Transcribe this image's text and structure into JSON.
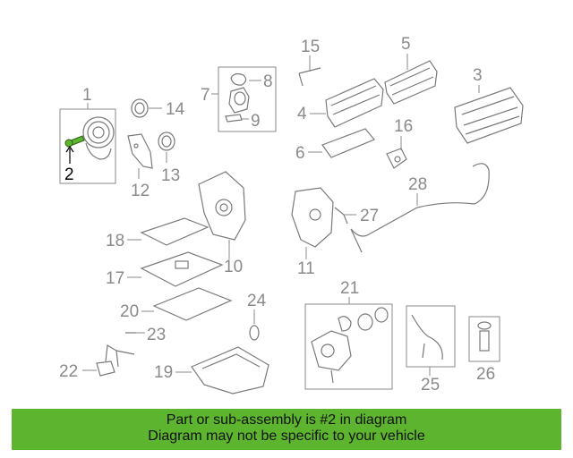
{
  "diagram": {
    "highlight_color": "#5db42f",
    "highlighted_callout": "2",
    "callouts": [
      "1",
      "2",
      "3",
      "4",
      "5",
      "6",
      "7",
      "8",
      "9",
      "10",
      "11",
      "12",
      "13",
      "14",
      "15",
      "16",
      "17",
      "18",
      "19",
      "20",
      "21",
      "22",
      "23",
      "24",
      "25",
      "26",
      "27",
      "28"
    ]
  },
  "banner": {
    "line1": "Part or sub-assembly is #2 in diagram",
    "line2": "Diagram may not be specific to your vehicle",
    "color": "#5db42f"
  }
}
